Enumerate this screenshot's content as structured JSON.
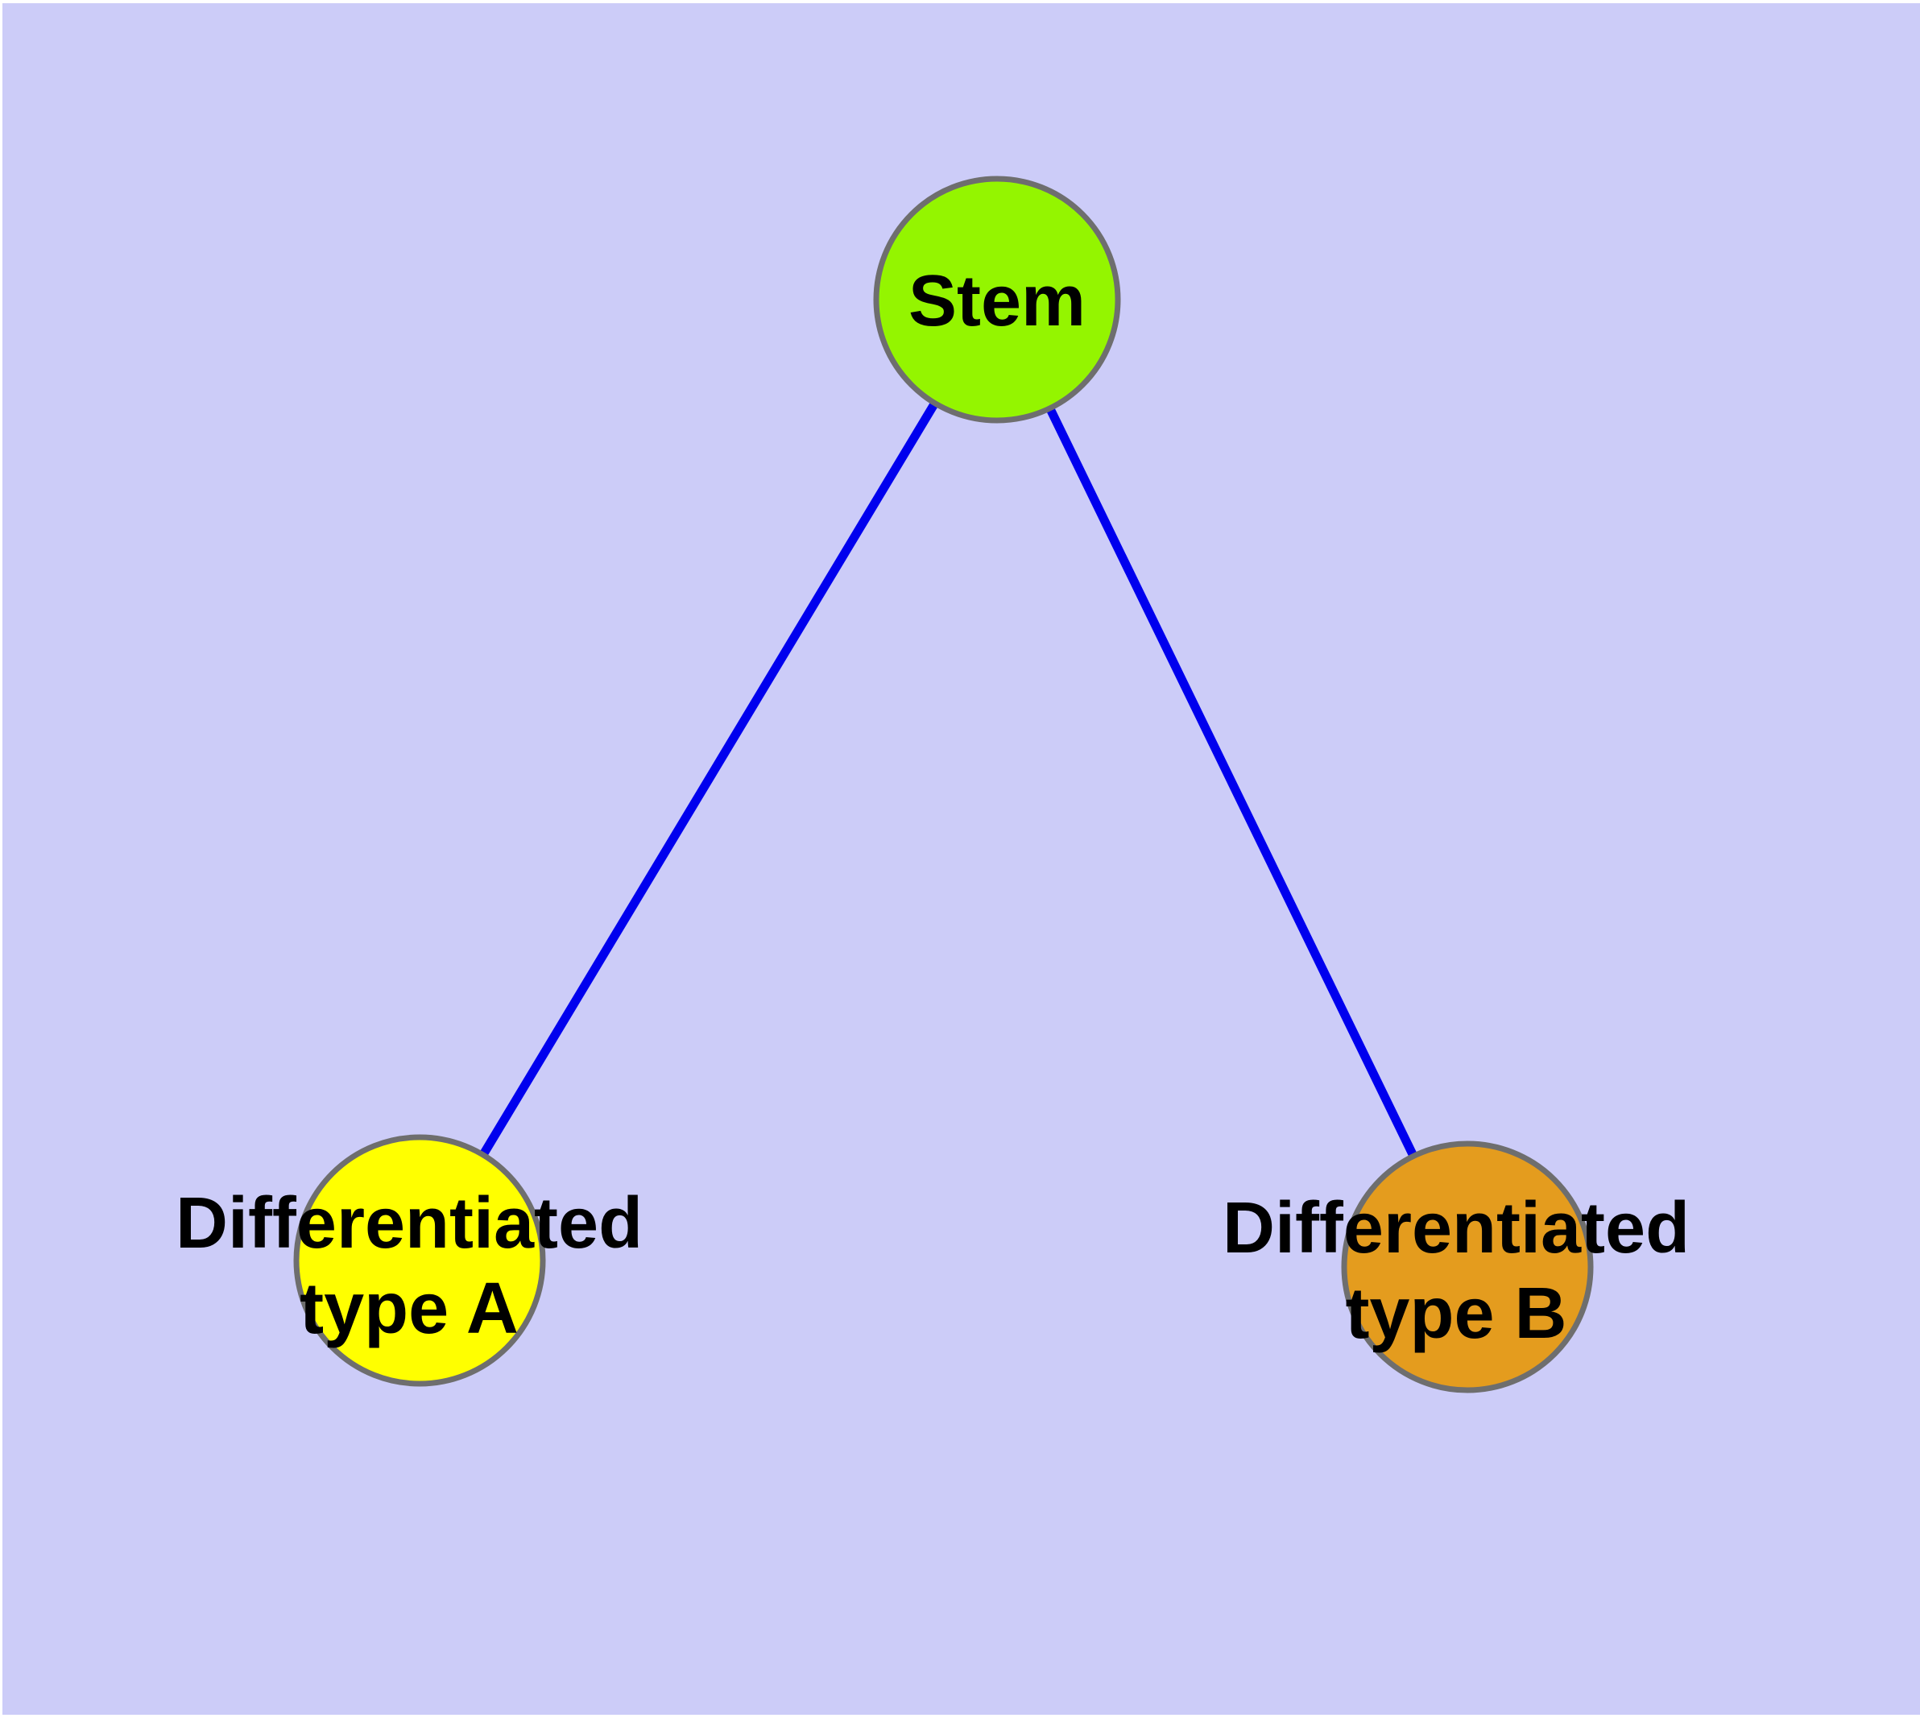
{
  "diagram": {
    "type": "node-link-graph",
    "background_color": "#ccccf8",
    "page_color": "#ffffff",
    "edge_color": "#0000ee",
    "edge_width": 11,
    "node_border_color": "#6e6e6e",
    "node_border_width": 7,
    "label_color": "#000000",
    "nodes": [
      {
        "id": "stem",
        "label": "Stem",
        "fill": "#94f500"
      },
      {
        "id": "type-a",
        "label": "Differentiated\ntype A",
        "fill": "#ffff00"
      },
      {
        "id": "type-b",
        "label": "Differentiated\ntype B",
        "fill": "#e49c1e"
      }
    ],
    "edges": [
      {
        "from": "stem",
        "to": "type-a"
      },
      {
        "from": "stem",
        "to": "type-b"
      }
    ]
  }
}
